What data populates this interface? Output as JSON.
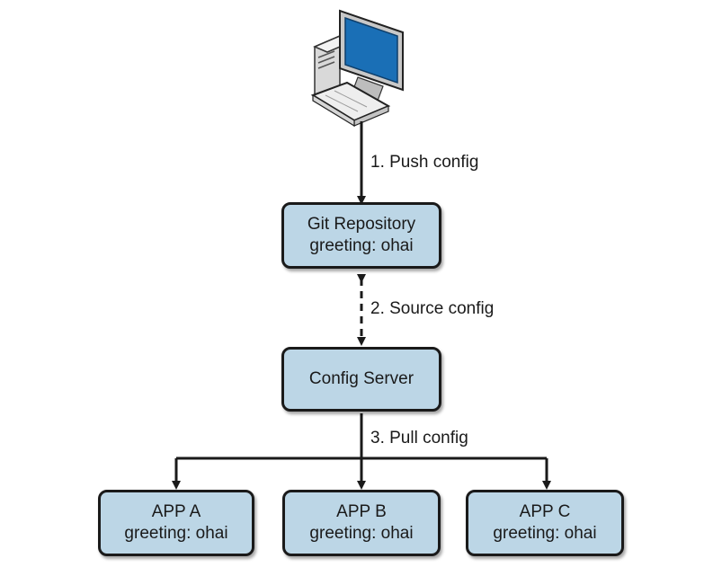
{
  "colors": {
    "box_fill": "#bcd6e6",
    "border": "#1a1a1a",
    "monitor_screen": "#1a6fb6"
  },
  "workstation": {
    "icon": "desktop-computer-icon"
  },
  "steps": {
    "push": "1. Push config",
    "source": "2. Source config",
    "pull": "3. Pull config"
  },
  "git_repository": {
    "title": "Git Repository",
    "value": "greeting: ohai"
  },
  "config_server": {
    "title": "Config Server"
  },
  "apps": [
    {
      "title": "APP A",
      "value": "greeting: ohai"
    },
    {
      "title": "APP B",
      "value": "greeting: ohai"
    },
    {
      "title": "APP C",
      "value": "greeting: ohai"
    }
  ]
}
